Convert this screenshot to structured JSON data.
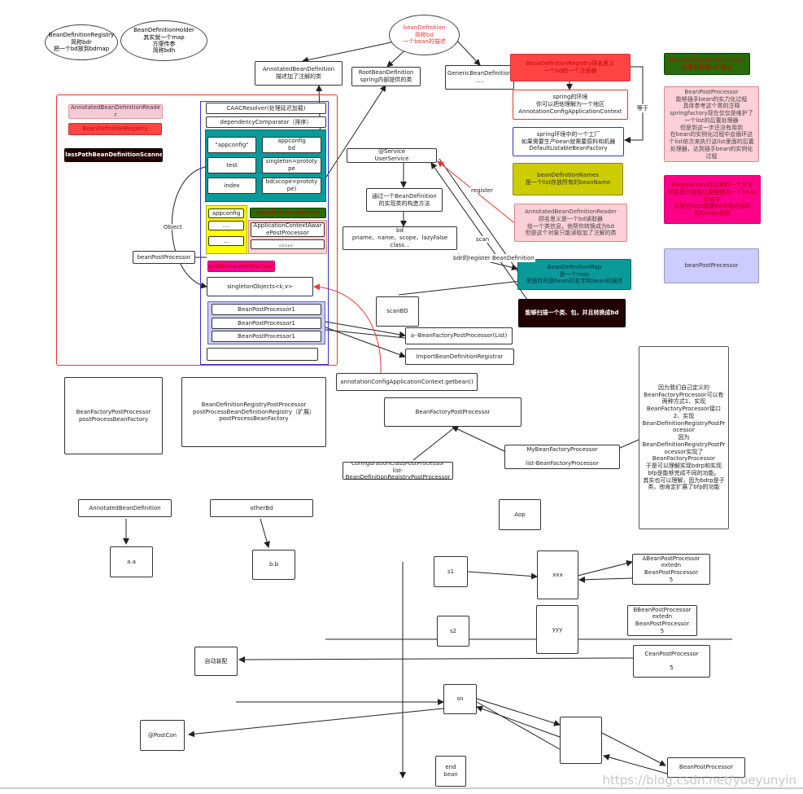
{
  "clouds": {
    "bdr": "BeanDefinitionRegistry\n简称bdr\n把一个bd放到bdmap",
    "holder": "BeanDefinitionHolder\n其实就一个map\n方便传参\n简称bdh",
    "bd": "beanDefinition\n简称bd\n一个bean的描述"
  },
  "top": {
    "annotated": "AnnotatedBeanDefinition\n描述加了注解的类",
    "root": "RootBeanDefinition\nspring内部提供的类",
    "generic": "GenericBeanDefinition\n....."
  },
  "right": {
    "bdr_red": "BeanDefinitionRegistry顾名思义\n一个bd的一个注册器",
    "spring_env": "spring的环境\n你可以把他理解为一个地区\nAnnotationConfigApplicationContext",
    "factory": "spring环境中的一个工厂\n如果需要生产bean就需要原料和机器\nDefaultListableBeanFactory",
    "names": "beanDefinitionNames\n是一个list存放所有的beanName",
    "reader": "AnnotatedBeanDefinitionReader\n顾名思义是一个bd读取器\n给一个类信息，他帮你转换成为bd\n但是这个对象只能读取加了注解的类",
    "bdmap": "BeanDefinitionMap\n是一个map\n里面存的是bean的名字和bean的描述",
    "scanner_dark": "能够扫描一个类、包，并且转换成bd",
    "green": "BeanFactoryPostProcessor\n后置处理器&扩展点",
    "bpp_pink": "BeanPostProcessor\n能够插手bean的实力化过程\n具体参考这个类的注释\nspringfactory现在仅仅是维护了\n一个list的后置处理器\n但是到这一步还没有用到\n在bean的实例化过程中会循环这\n个list依次来执行这list里面的后置\n处理器，达到插手bean的实例化\n过程",
    "magenta": "BeanFactory在这里的一个方法\n顾名思义就是让类型得到一个bean\n的名字\n这里的type就是bd中描述出的\n类的class类型",
    "bpp_lav": "beanPostProcessor",
    "equals": "等于",
    "note": "因为我们自己定义的\nBeanFactoryProcessor可以有\n两种方式1、实现\nBeanFactoryProcessor接口\n2、实现\nBeanDefinitionRegistryPostPr\nocessor\n因为\nBeanDefinitionRegistryPostPr\nocessor实现了\nBeanFactoryProcessor\n于是可以理解实现bdrp和实现\nbfp是能够完成不同的功能。\n其实也可以理解，因为bdrp是子\n类，他肯定扩展了bfp的功能"
  },
  "main": {
    "reader_pink": "AnnotatedBeanDefinitionReade\nr",
    "registry_red": "BeanDefinitionRegistry",
    "scanner": "ClassPathBeanDefinitionScanner",
    "caac": "CAACResolver(处理延迟加载)",
    "comparator": "dependencyComparator（排序）",
    "appconfig_key": "\"appconfig\"",
    "appconfig_val": "appconfig\nbd",
    "test_key": "test",
    "test_val": "singleton=prototy\npe",
    "index_key": "index",
    "index_val": "bd(scope=prototy\npe)",
    "yellow1": "appconfig",
    "yellow2": "....",
    "yellow3": "...",
    "green_small": "beanDefinitionNames",
    "aware": "ApplicationContextAwar\nePostProcessor",
    "dots": "。。。。。",
    "names_for_type": "getBeanNamesForType",
    "singleton": "singletonObjects<k,v>",
    "bpp1": "BeanPostProcessor1",
    "bpp2": "BeanPostProcessor1",
    "bpp3": "BeanPostProcessor1",
    "bpp_left": "beanPostProcessor",
    "object_lbl": "Object"
  },
  "middle": {
    "service": "@Service\nUserService",
    "through": "通过一个BeanDefinition\n的实现类的构造方法",
    "bd_props": "bd\npname、name、scope、lazyFalse class...",
    "scanbd": "scanBD",
    "bfpp_list": "a--BeanFactoryPostProcessor(List)",
    "import": "ImportBeanDefinitionRegistrar",
    "getbean": "annotationConfigApplicationContext.getbean()",
    "register_lbl": "register",
    "scan_lbl": "scan",
    "bdr_register_lbl": "bdr的register BeanDefinition"
  },
  "lower": {
    "bfpp_box": "BeanFactoryPostProcessor\npostProcessBeanFactory",
    "bdrpp_box": "BeanDefinitionRegistryPostProcessor\npostProcessBeanDefinitionRegistry（扩展）\npostProcessBeanFactory",
    "bfpp_mid": "BeanFactoryPostProcessor",
    "my_bfp": "MyBeanFactoryProcessor\n\nlist-BeanFactoryProcessor",
    "config_class": "ConfigurationClassPostProcessor\nlist-BeanDefinitionRegistryPostProcessor",
    "annotated_bd": "AnnotatedBeanDefinition",
    "other_bd": "otherBd",
    "aa": "a.a",
    "bb": "b.b"
  },
  "bottom": {
    "aop": "Aop",
    "s1": "s1",
    "xxx": "xxx",
    "abpp": "ABeanPostProcessor\nextedn\nBeanPostProcessor\n5",
    "s2": "s2",
    "yyy": "yyy",
    "bbpp": "BBeanPostProcessor\nextedn\nBeanPostProcessor\n5",
    "autowire": "自动装配",
    "cbpp": "CeanPostProcessor\n\n5",
    "sn": "sn",
    "postcon": "@PostCon",
    "end": "end\nbean",
    "bpp_bottom": "BeanPostProcessor"
  },
  "watermark": "https://blog.csdn.net/yueyunyin"
}
